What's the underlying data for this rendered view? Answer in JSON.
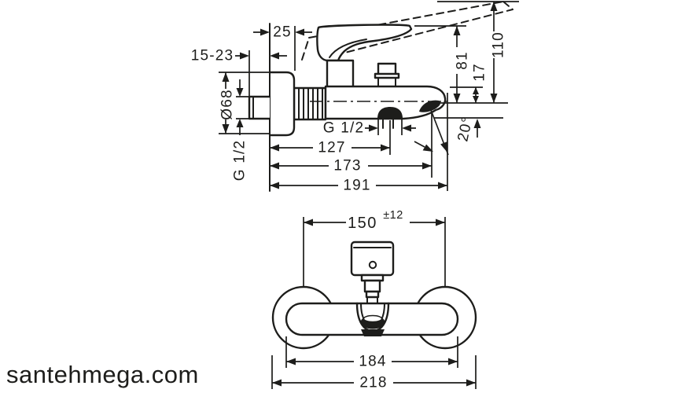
{
  "colors": {
    "line": "#1d1d1b",
    "background": "#ffffff",
    "watermark": "#c6c6c6"
  },
  "watermark": {
    "text": "santehmega.com"
  },
  "side_view": {
    "dims": {
      "escutcheon_depth": "25",
      "sunion_adjust": "15-23",
      "escutcheon_diameter": "Ø68",
      "wall_connection_thread": "G 1/2",
      "shower_outlet_thread": "G 1/2",
      "wall_to_outlet": "127",
      "wall_to_aerator": "173",
      "spout_reach": "191",
      "handle_closed_height": "81",
      "spout_end_height": "17",
      "handle_open_height": "110",
      "spout_angle": "20°"
    }
  },
  "front_view": {
    "dims": {
      "connection_distance": "150",
      "connection_tolerance": "±12",
      "body_width": "184",
      "overall_width": "218"
    }
  }
}
